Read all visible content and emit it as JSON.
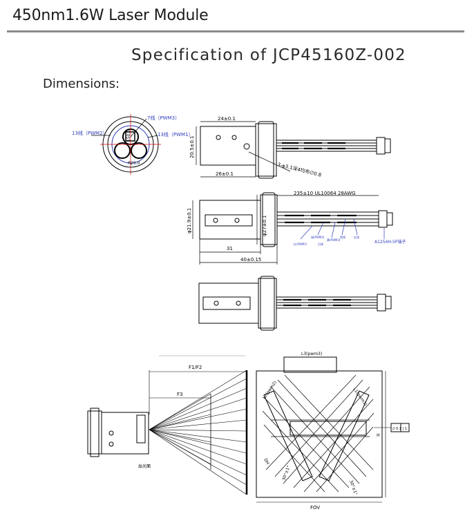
{
  "header": {
    "title": "450nm1.6W Laser Module"
  },
  "spec_title": "Specification of JCP45160Z-002",
  "dimensions_label": "Dimensions:",
  "drawing1": {
    "wire7": "7线（PWM3）",
    "wire13_left": "13线（PWM2）",
    "wire13_right": "13线（PWM1）",
    "dim_24": "24±0.1",
    "dim_20_5": "20.5±0.1",
    "dim_26": "26±0.1",
    "hole_note": "3-φ3.1深4均布∅0.8",
    "dim_r": "R20.0",
    "dim_h": "150.0"
  },
  "drawing2": {
    "cable_spec": "235±10   UL10064  28AWG",
    "dim_21": "φ21.9±0.1",
    "dim_27": "φ27±0.1",
    "dim_31": "31",
    "dim_40": "40±0.15",
    "connector": "A1254H-5P端子",
    "wire_labels": [
      "红(PWM1)",
      "绿(PWM2)",
      "黄(PWM3)",
      "黑线",
      "红线",
      "白线"
    ]
  },
  "optics": {
    "f1f2": "F1/F2",
    "f3": "F3",
    "l3": "L3(pwm3)",
    "l2": "L2(pwm2)",
    "l1": "L1(pwm1)",
    "dh": "DH",
    "angle_left": "30°±1°",
    "angle_right": "30°±1°",
    "fov": "FOV",
    "side_h": "H",
    "tol_box": "// 0.1 | 1",
    "emit_label": "出光面"
  }
}
